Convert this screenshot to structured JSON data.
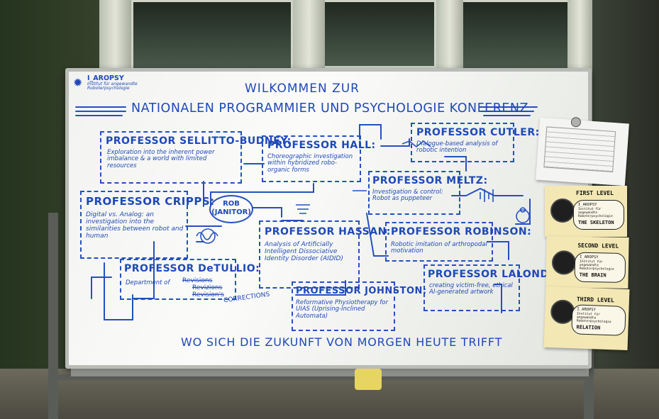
{
  "logo": {
    "name": "I_AROPSY",
    "sub": "Institut für angewandte Roboterpsychologie"
  },
  "header": {
    "line1": "WILKOMMEN ZUR",
    "line2": "NATIONALEN PROGRAMMIER UND PSYCHOLOGIE KONFERENZ"
  },
  "professors": [
    {
      "title": "PROFESSOR SELLITTO-BUDNEY:",
      "desc": "Exploration into the inherent power imbalance & a world with limited resources"
    },
    {
      "title": "PROFESSOR HALL:",
      "desc": "Choreographic investigation within hybridized robo-organic forms"
    },
    {
      "title": "PROFESSOR CUTLER:",
      "desc": "Dialogue-based analysis of robotic intention"
    },
    {
      "title": "PROFESSOR MELTZ:",
      "desc": "Investigation & control: Robot as puppeteer"
    },
    {
      "title": "PROFESSOR CRIPPS:",
      "desc": "Digital vs. Analog: an investigation into the similarities between robot and human"
    },
    {
      "title": "PROFESSOR HASSAN:",
      "desc": "Analysis of Artificially Intelligent Dissociative Identity Disorder (AIDID)"
    },
    {
      "title": "PROFESSOR ROBINSON:",
      "desc": "Robotic imitation of arthropodal motivation"
    },
    {
      "title": "PROFESSOR DeTULLIO:",
      "desc": "Department of"
    },
    {
      "title": "PROFESSOR LALONDE:",
      "desc": "creating victim-free, ethical AI-generated artwork"
    },
    {
      "title": "PROFESSOR JOHNSTON:",
      "desc": "Reformative Physiotherapy for UIAS (Uprising-Inclined Automata)"
    }
  ],
  "detullio_revisions": [
    "Revisions",
    "Revizions",
    "Revision's"
  ],
  "corrections": "CORRECTIONS",
  "janitor": {
    "line1": "ROB",
    "line2": "(JANITOR)"
  },
  "footer": "WO SICH DIE ZUKUNFT VON MORGEN HEUTE TRIFFT",
  "levels": [
    {
      "level": "FIRST LEVEL",
      "org": "I_AROPSY",
      "inst": "Institut für angewandte Roboterpsychologie",
      "name": "THE SKELETON"
    },
    {
      "level": "SECOND LEVEL",
      "org": "I_AROPSY",
      "inst": "Institut für angewandte Roboterpsychologie",
      "name": "THE BRAIN"
    },
    {
      "level": "THIRD LEVEL",
      "org": "I_AROPSY",
      "inst": "Institut für angewandte Roboterpsychologie",
      "name": "RELATION"
    }
  ],
  "colors": {
    "ink": "#1f49b8",
    "board": "#f5f6f3",
    "notes": "#f3e8b4"
  }
}
